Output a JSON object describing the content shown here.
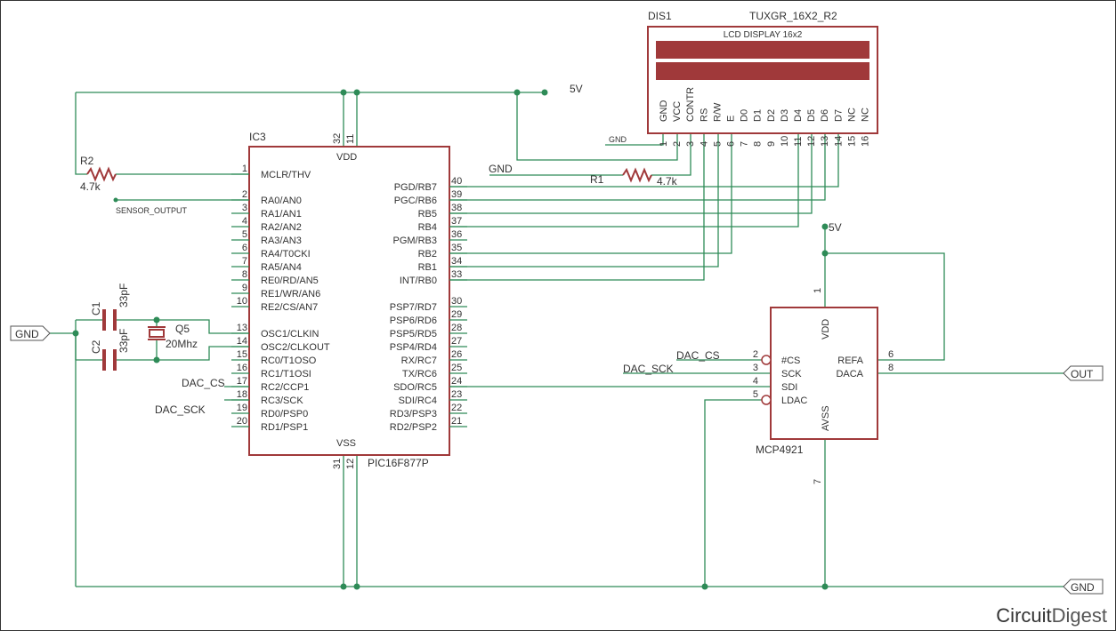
{
  "nets": {
    "five_v": "5V",
    "gnd": "GND",
    "out": "OUT",
    "sensor": "SENSOR_OUTPUT",
    "dac_cs": "DAC_CS",
    "dac_sck": "DAC_SCK"
  },
  "ic3": {
    "ref": "IC3",
    "part": "PIC16F877P",
    "vdd": "VDD",
    "vss": "VSS",
    "left_pins": [
      {
        "num": "1",
        "name": "MCLR/THV"
      },
      {
        "num": "2",
        "name": "RA0/AN0"
      },
      {
        "num": "3",
        "name": "RA1/AN1"
      },
      {
        "num": "4",
        "name": "RA2/AN2"
      },
      {
        "num": "5",
        "name": "RA3/AN3"
      },
      {
        "num": "6",
        "name": "RA4/T0CKI"
      },
      {
        "num": "7",
        "name": "RA5/AN4"
      },
      {
        "num": "8",
        "name": "RE0/RD/AN5"
      },
      {
        "num": "9",
        "name": "RE1/WR/AN6"
      },
      {
        "num": "10",
        "name": "RE2/CS/AN7"
      },
      {
        "num": "13",
        "name": "OSC1/CLKIN"
      },
      {
        "num": "14",
        "name": "OSC2/CLKOUT"
      },
      {
        "num": "15",
        "name": "RC0/T1OSO"
      },
      {
        "num": "16",
        "name": "RC1/T1OSI"
      },
      {
        "num": "17",
        "name": "RC2/CCP1"
      },
      {
        "num": "18",
        "name": "RC3/SCK"
      },
      {
        "num": "19",
        "name": "RD0/PSP0"
      },
      {
        "num": "20",
        "name": "RD1/PSP1"
      }
    ],
    "right_pins": [
      {
        "num": "40",
        "name": "PGD/RB7"
      },
      {
        "num": "39",
        "name": "PGC/RB6"
      },
      {
        "num": "38",
        "name": "RB5"
      },
      {
        "num": "37",
        "name": "RB4"
      },
      {
        "num": "36",
        "name": "PGM/RB3"
      },
      {
        "num": "35",
        "name": "RB2"
      },
      {
        "num": "34",
        "name": "RB1"
      },
      {
        "num": "33",
        "name": "INT/RB0"
      },
      {
        "num": "30",
        "name": "PSP7/RD7"
      },
      {
        "num": "29",
        "name": "PSP6/RD6"
      },
      {
        "num": "28",
        "name": "PSP5/RD5"
      },
      {
        "num": "27",
        "name": "PSP4/RD4"
      },
      {
        "num": "26",
        "name": "RX/RC7"
      },
      {
        "num": "25",
        "name": "TX/RC6"
      },
      {
        "num": "24",
        "name": "SDO/RC5"
      },
      {
        "num": "23",
        "name": "SDI/RC4"
      },
      {
        "num": "22",
        "name": "RD3/PSP3"
      },
      {
        "num": "21",
        "name": "RD2/PSP2"
      }
    ],
    "top_pins": [
      "32",
      "11"
    ],
    "bottom_pins": [
      "31",
      "12"
    ]
  },
  "lcd": {
    "ref": "DIS1",
    "part": "TUXGR_16X2_R2",
    "title": "LCD DISPLAY 16x2",
    "pins": [
      {
        "num": "1",
        "name": "GND"
      },
      {
        "num": "2",
        "name": "VCC"
      },
      {
        "num": "3",
        "name": "CONTR"
      },
      {
        "num": "4",
        "name": "RS"
      },
      {
        "num": "5",
        "name": "R/W"
      },
      {
        "num": "6",
        "name": "E"
      },
      {
        "num": "7",
        "name": "D0"
      },
      {
        "num": "8",
        "name": "D1"
      },
      {
        "num": "9",
        "name": "D2"
      },
      {
        "num": "10",
        "name": "D3"
      },
      {
        "num": "11",
        "name": "D4"
      },
      {
        "num": "12",
        "name": "D5"
      },
      {
        "num": "13",
        "name": "D6"
      },
      {
        "num": "14",
        "name": "D7"
      },
      {
        "num": "15",
        "name": "NC"
      },
      {
        "num": "16",
        "name": "NC"
      }
    ],
    "gnd_label": "GND"
  },
  "dac": {
    "ref": "MCP4921",
    "vdd": "VDD",
    "avss": "AVSS",
    "left_pins": [
      {
        "num": "2",
        "name": "#CS"
      },
      {
        "num": "3",
        "name": "SCK"
      },
      {
        "num": "4",
        "name": "SDI"
      },
      {
        "num": "5",
        "name": "LDAC"
      }
    ],
    "right_pins": [
      {
        "num": "6",
        "name": "REFA"
      },
      {
        "num": "8",
        "name": "DACA"
      }
    ],
    "top_pin": "1",
    "bottom_pin": "7",
    "vcc_label": "5V"
  },
  "r1": {
    "ref": "R1",
    "value": "4.7k"
  },
  "r2": {
    "ref": "R2",
    "value": "4.7k"
  },
  "c1": {
    "ref": "C1",
    "value": "33pF"
  },
  "c2": {
    "ref": "C2",
    "value": "33pF"
  },
  "q5": {
    "ref": "Q5",
    "value": "20Mhz"
  },
  "logo": {
    "part1": "Circuit",
    "part2": "Digest"
  }
}
